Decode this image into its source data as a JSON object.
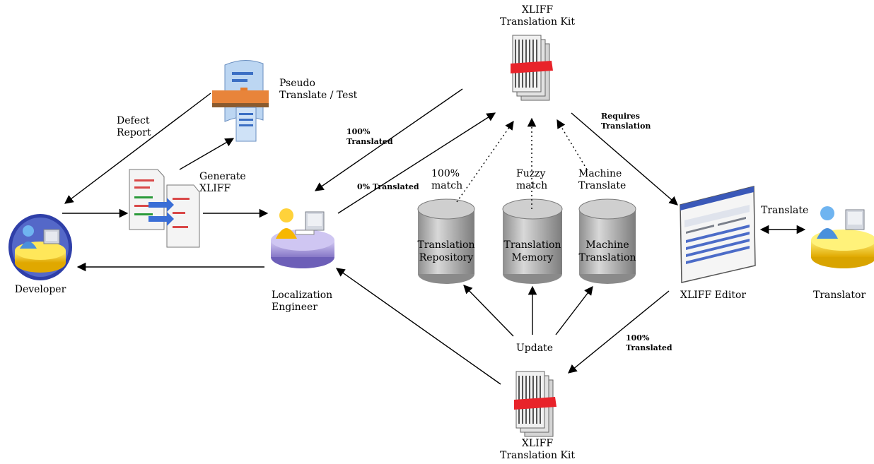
{
  "actors": {
    "developer": "Developer",
    "localization_engineer": [
      "Localization",
      "Engineer"
    ],
    "translator": "Translator",
    "xliff_editor": "XLIFF Editor"
  },
  "kits": {
    "top": [
      "XLIFF",
      "Translation Kit"
    ],
    "bottom": [
      "XLIFF",
      "Translation Kit"
    ]
  },
  "steps": {
    "pseudo": [
      "Pseudo",
      "Translate / Test"
    ],
    "defect": [
      "Defect",
      "Report"
    ],
    "generate": [
      "Generate",
      "XLIFF"
    ],
    "hundred_translated_top": [
      "100%",
      "Translated"
    ],
    "zero_translated": "0% Translated",
    "requires_translation": [
      "Requires",
      "Translation"
    ],
    "translate": "Translate",
    "hundred_translated_bottom": [
      "100%",
      "Translated"
    ],
    "update": "Update",
    "match_100": [
      "100%",
      "match"
    ],
    "fuzzy_match": [
      "Fuzzy",
      "match"
    ],
    "machine_translate": [
      "Machine",
      "Translate"
    ]
  },
  "databases": {
    "repository": [
      "Translation",
      "Repository"
    ],
    "memory": [
      "Translation",
      "Memory"
    ],
    "machine": [
      "Machine",
      "Translation"
    ]
  },
  "colors": {
    "arrow": "#000000",
    "cylinder": "#b8b8b8",
    "disk_blue": "#3a4fb0",
    "disk_yellow": "#f2d21c",
    "disk_purple": "#a79ad6",
    "kit_band": "#e8232a",
    "person_blue": "#5aa0e6",
    "person_yellow": "#f4c030"
  }
}
